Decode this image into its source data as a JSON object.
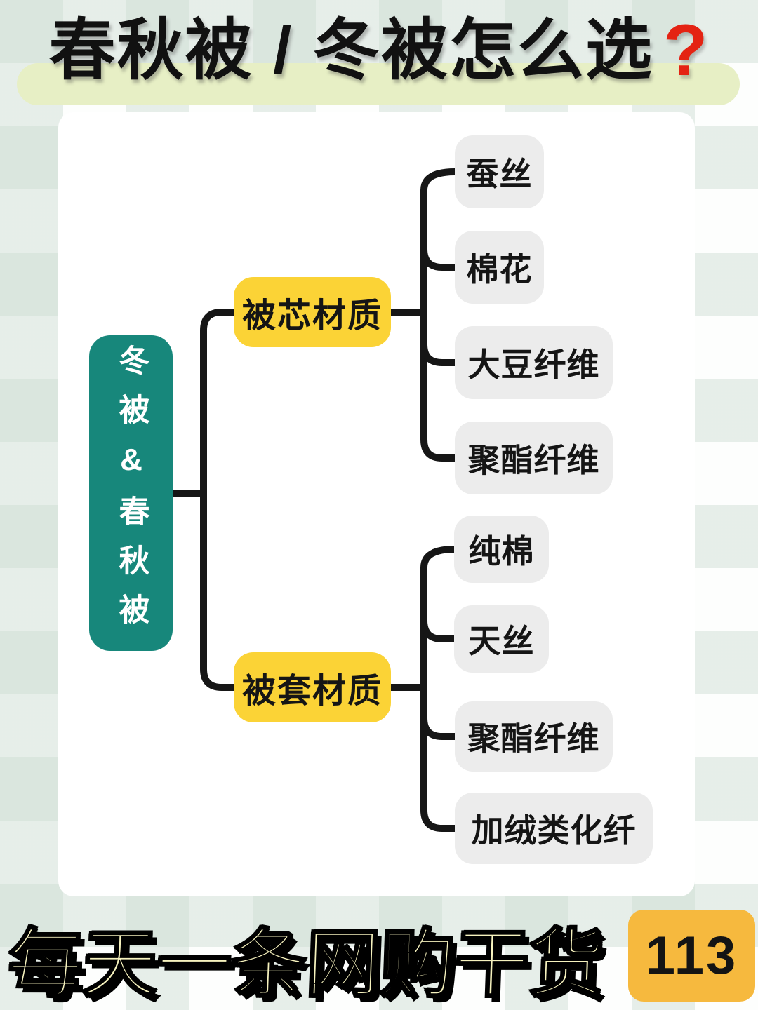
{
  "title": {
    "text": "春秋被 / 冬被怎么选",
    "question_mark": "?"
  },
  "mindmap": {
    "root": {
      "label": "冬被&春秋被"
    },
    "branches": [
      {
        "label": "被芯材质",
        "children": [
          "蚕丝",
          "棉花",
          "大豆纤维",
          "聚酯纤维"
        ]
      },
      {
        "label": "被套材质",
        "children": [
          "纯棉",
          "天丝",
          "聚酯纤维",
          "加绒类化纤"
        ]
      }
    ]
  },
  "footer": {
    "banner": "每天一条网购干货",
    "badge": "113"
  },
  "colors": {
    "stripe": "rgba(203,219,209,0.45)",
    "pill": "#e7efc5",
    "red": "#e42313",
    "teal": "#17877b",
    "yellow": "#fbd336",
    "leaf": "#ececec",
    "line": "#161616",
    "cream": "#f6f2be",
    "badge": "#f6b93e"
  }
}
